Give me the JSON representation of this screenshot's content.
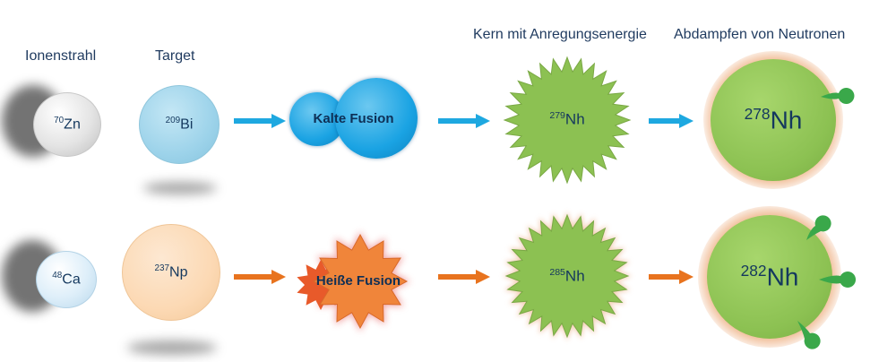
{
  "headers": {
    "ion_beam": "Ionenstrahl",
    "target": "Target",
    "excited_nucleus": "Kern mit Anregungsenergie",
    "neutron_evaporation": "Abdampfen von Neutronen"
  },
  "row1": {
    "projectile": {
      "mass": "70",
      "symbol": "Zn"
    },
    "target": {
      "mass": "209",
      "symbol": "Bi"
    },
    "fusion_label": "Kalte Fusion",
    "compound": {
      "mass": "279",
      "symbol": "Nh"
    },
    "product": {
      "mass": "278",
      "symbol": "Nh"
    },
    "arrow_color": "#1ea8e0"
  },
  "row2": {
    "projectile": {
      "mass": "48",
      "symbol": "Ca"
    },
    "target": {
      "mass": "237",
      "symbol": "Np"
    },
    "fusion_label": "Heiße Fusion",
    "compound": {
      "mass": "285",
      "symbol": "Nh"
    },
    "product": {
      "mass": "282",
      "symbol": "Nh"
    },
    "arrow_color": "#e8731e"
  },
  "colors": {
    "cold_fusion": "#1aa3e3",
    "hot_fusion": "#f0853a",
    "nucleus_green": "#8cc152",
    "target_bi": "#9dd3ea",
    "target_np": "#fcd9b4"
  }
}
